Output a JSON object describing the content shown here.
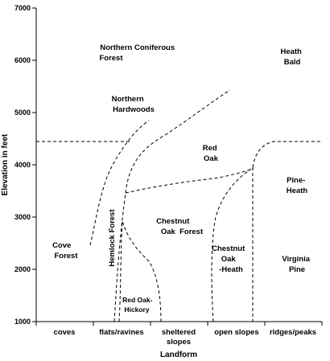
{
  "y_axis": {
    "title": "Elevation in feet",
    "ticks": [
      "1000",
      "2000",
      "3000",
      "4000",
      "5000",
      "6000",
      "7000"
    ]
  },
  "x_axis": {
    "title": "Landform",
    "categories": [
      "coves",
      "flats/ravines",
      "sheltered slopes",
      "open slopes",
      "ridges/peaks"
    ]
  },
  "zones": {
    "northern_coniferous": [
      "Northern Coniferous",
      "Forest"
    ],
    "heath_bald": [
      "Heath",
      "Bald"
    ],
    "northern_hardwoods": [
      "Northern",
      "Hardwoods"
    ],
    "red_oak": [
      "Red",
      "Oak"
    ],
    "pine_heath": [
      "Pine-",
      "Heath"
    ],
    "chestnut_oak_forest": [
      "Chestnut",
      "Oak  Forest"
    ],
    "cove_forest": [
      "Cove",
      "Forest"
    ],
    "hemlock_forest": "Hemlock Forest",
    "chestnut_oak_heath": [
      "Chestnut",
      "Oak",
      "-Heath"
    ],
    "virginia_pine": [
      "Virginia",
      "Pine"
    ],
    "red_oak_hickory": [
      "Red Oak-",
      "Hickory"
    ]
  }
}
